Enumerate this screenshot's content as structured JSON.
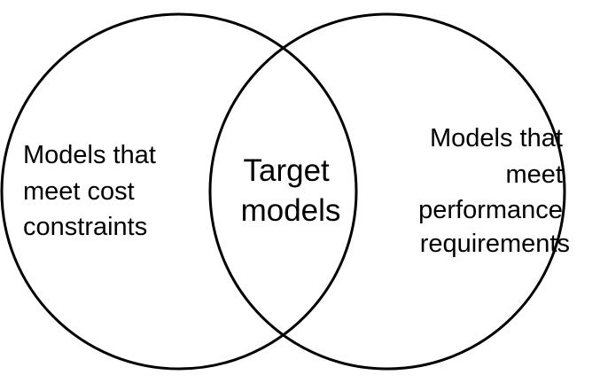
{
  "diagram": {
    "type": "venn",
    "stroke_color": "#000000",
    "background_color": "#ffffff",
    "left_set": {
      "lines": [
        "Models that",
        "meet cost",
        "constraints"
      ]
    },
    "right_set": {
      "lines": [
        "Models that",
        "meet",
        "performance",
        "requirements"
      ]
    },
    "intersection": {
      "lines": [
        "Target",
        "models"
      ]
    }
  }
}
